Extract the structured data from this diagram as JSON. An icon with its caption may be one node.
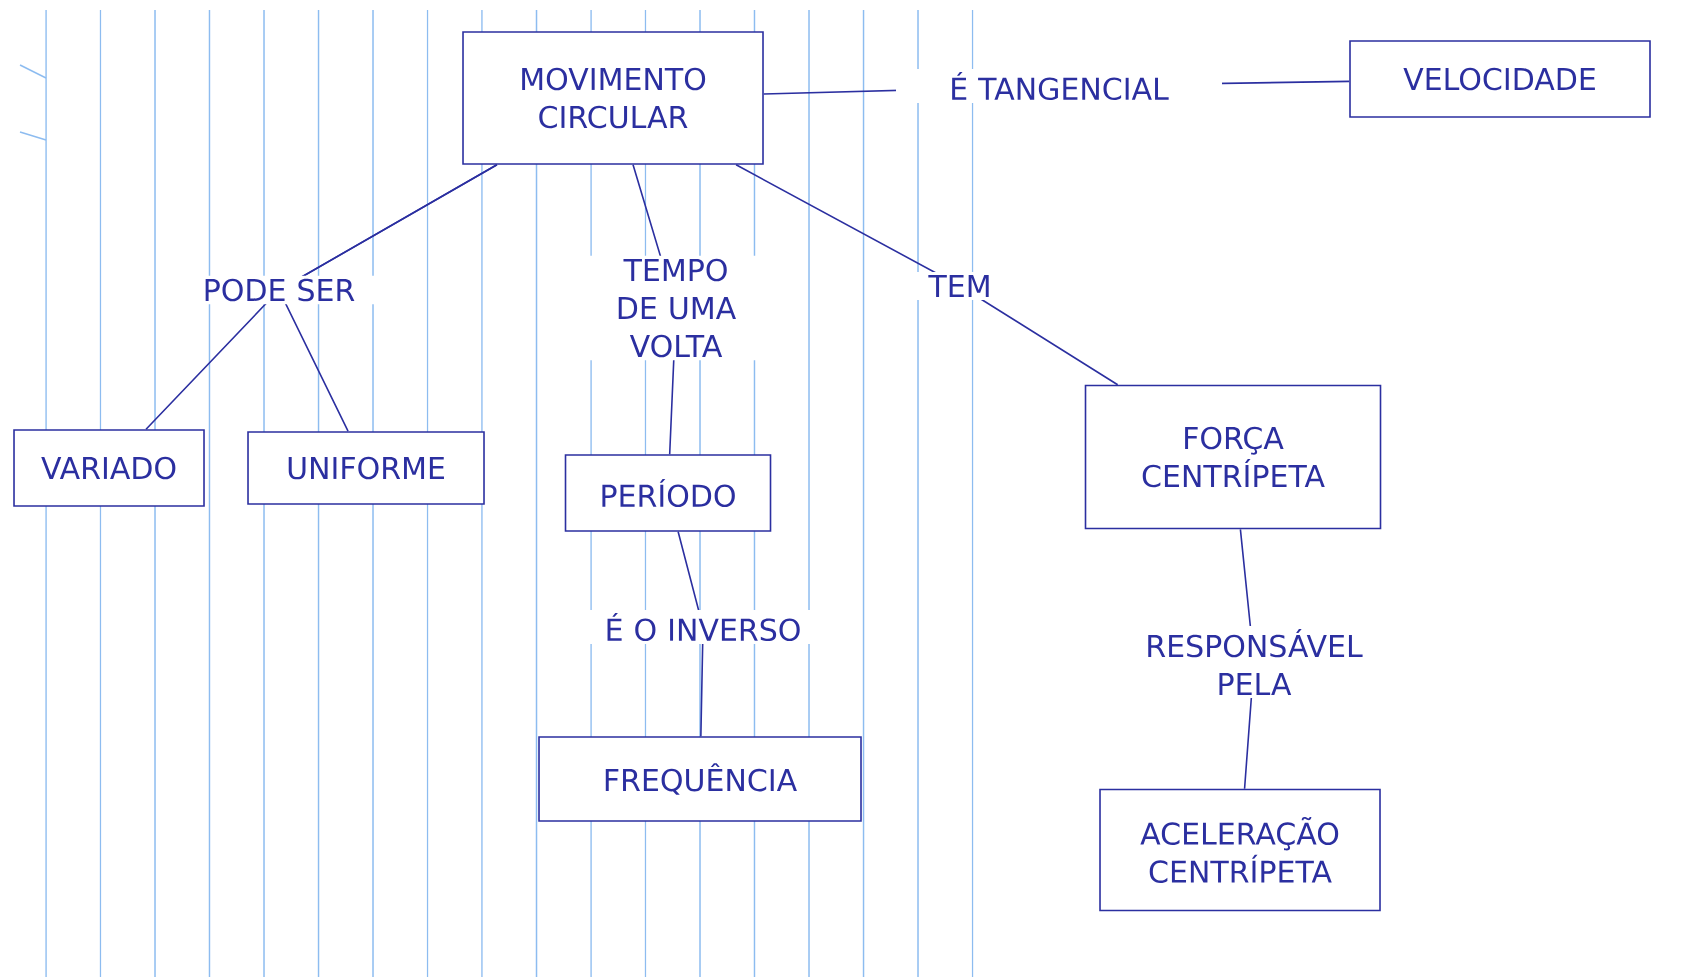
{
  "diagram": {
    "nodes": [
      {
        "text": [
          "MOVIMENTO CIRCULAR"
        ]
      },
      {
        "text": [
          "VELOCIDADE"
        ]
      },
      {
        "text": [
          "VARIADO"
        ]
      },
      {
        "text": [
          "UNIFORME"
        ]
      },
      {
        "text": [
          "PERÍODO"
        ]
      },
      {
        "text": [
          "FORÇA CENTRÍPETA"
        ]
      },
      {
        "text": [
          "FREQUÊNCIA"
        ]
      },
      {
        "text": [
          "ACELERAÇÃO CENTRÍPETA"
        ]
      }
    ],
    "edges": [
      {
        "from": 0,
        "to": 1,
        "arrow": "none",
        "label": "É TANGENCIAL"
      },
      {
        "from": 0,
        "to": 2,
        "arrow": "none",
        "label": "PODE SER"
      },
      {
        "from": 0,
        "to": 3,
        "arrow": "none"
      },
      {
        "from": 0,
        "to": 4,
        "arrow": "none",
        "label": "TEMPO DE UMA VOLTA"
      },
      {
        "from": 0,
        "to": 5,
        "arrow": "none",
        "label": "TEM"
      },
      {
        "from": 4,
        "to": 6,
        "arrow": "none",
        "label": "É O INVERSO"
      },
      {
        "from": 5,
        "to": 7,
        "arrow": "none",
        "label": "RESPONSÁVEL PELA"
      }
    ]
  }
}
